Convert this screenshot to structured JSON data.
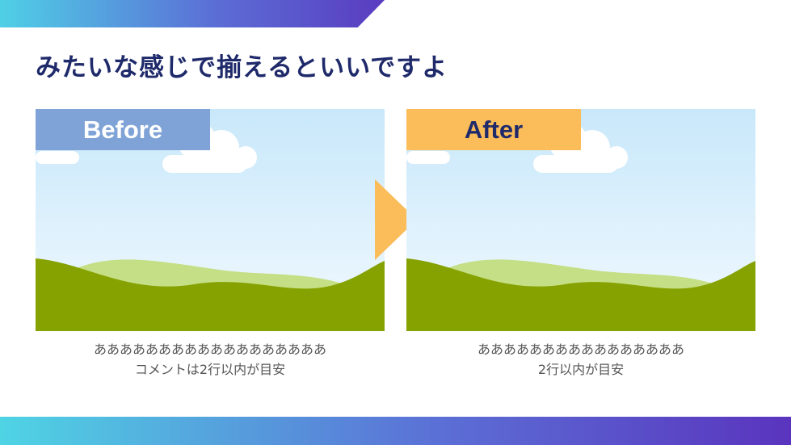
{
  "slide": {
    "title": "みたいな感じで揃えるといいですよ"
  },
  "before": {
    "label": "Before",
    "caption_line1": "ああああああああああああああああああ",
    "caption_line2": "コメントは2行以内が目安"
  },
  "after": {
    "label": "After",
    "caption_line1": "ああああああああああああああああ",
    "caption_line2": "2行以内が目安"
  },
  "colors": {
    "title": "#1f2a6b",
    "before_label_bg": "#7fa3d6",
    "after_label_bg": "#fbbc5a",
    "arrow": "#fbbc5a",
    "sky_top": "#c8e8fa",
    "sky_bottom": "#f2f9ff",
    "hill_light": "#c5df86",
    "hill_dark": "#86a200",
    "cloud": "#ffffff"
  },
  "icons": {
    "arrow": "triangle-right-arrow"
  }
}
